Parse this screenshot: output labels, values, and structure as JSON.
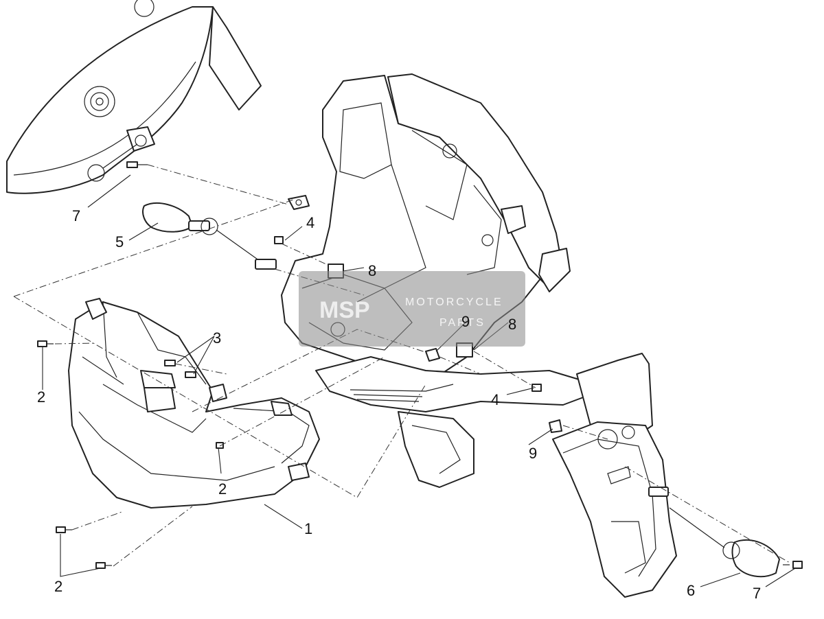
{
  "callouts": [
    {
      "id": "c1",
      "label": "1"
    },
    {
      "id": "c2a",
      "label": "2"
    },
    {
      "id": "c2b",
      "label": "2"
    },
    {
      "id": "c2c",
      "label": "2"
    },
    {
      "id": "c3",
      "label": "3"
    },
    {
      "id": "c4a",
      "label": "4"
    },
    {
      "id": "c4b",
      "label": "4"
    },
    {
      "id": "c5",
      "label": "5"
    },
    {
      "id": "c6",
      "label": "6"
    },
    {
      "id": "c7a",
      "label": "7"
    },
    {
      "id": "c7b",
      "label": "7"
    },
    {
      "id": "c8a",
      "label": "8"
    },
    {
      "id": "c8b",
      "label": "8"
    },
    {
      "id": "c9a",
      "label": "9"
    },
    {
      "id": "c9b",
      "label": "9"
    }
  ],
  "watermark": {
    "logo": "MSP",
    "line1": "MOTORCYCLE",
    "line2": "PARTS",
    "colors": {
      "box": "#8a8a8a",
      "accent": "#e87830"
    }
  }
}
